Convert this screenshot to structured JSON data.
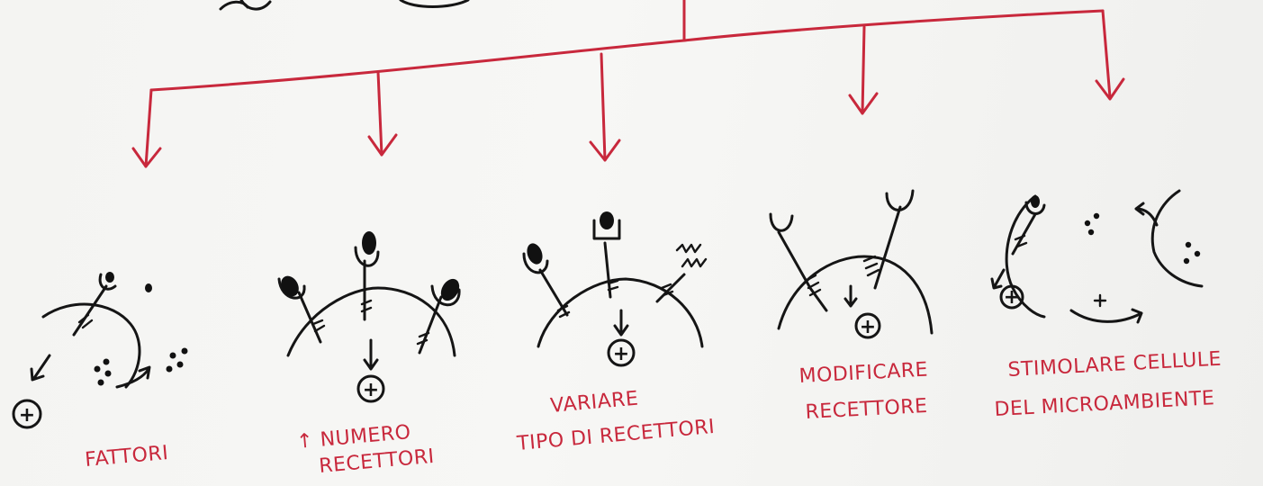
{
  "branches": [
    {
      "id": "fattori",
      "lines": [
        "FATTORI"
      ]
    },
    {
      "id": "numero",
      "lines": [
        "↑ NUMERO",
        "RECETTORI"
      ]
    },
    {
      "id": "variare",
      "lines": [
        "VARIARE",
        "TIPO DI RECETTORI"
      ]
    },
    {
      "id": "modificare",
      "lines": [
        "MODIFICARE",
        "RECETTORE"
      ]
    },
    {
      "id": "stimolare",
      "lines": [
        "STIMOLARE CELLULE",
        "DEL MICROAMBIENTE"
      ]
    }
  ],
  "symbols": {
    "plus_circle": "+",
    "plus": "+"
  },
  "colors": {
    "ink": "#151515",
    "marker_red": "#c8283c",
    "paper": "#f4f4f2"
  }
}
